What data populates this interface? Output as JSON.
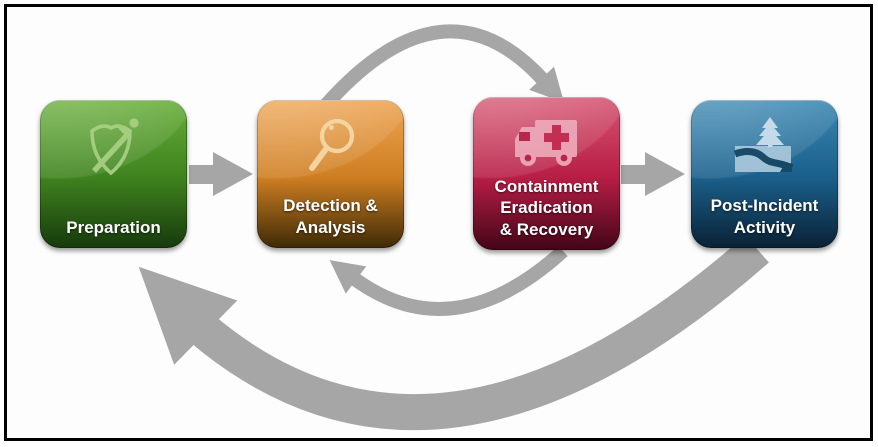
{
  "diagram_type": "process-flow",
  "steps": [
    {
      "id": "preparation",
      "lines": [
        "Preparation"
      ],
      "icon": "shield-sword-icon",
      "color_top": "#66ad37",
      "color_bottom": "#173a0c"
    },
    {
      "id": "detection-analysis",
      "lines": [
        "Detection &",
        "Analysis"
      ],
      "icon": "magnifier-icon",
      "color_top": "#eda452",
      "color_bottom": "#3e2a06"
    },
    {
      "id": "containment-eradication-recovery",
      "lines": [
        "Containment",
        "Eradication",
        "& Recovery"
      ],
      "icon": "ambulance-icon",
      "color_top": "#d65572",
      "color_bottom": "#430518"
    },
    {
      "id": "post-incident-activity",
      "lines": [
        "Post-Incident",
        "Activity"
      ],
      "icon": "tree-path-icon",
      "color_top": "#3a87b2",
      "color_bottom": "#0a2134"
    }
  ],
  "arrows": [
    {
      "from": "preparation",
      "to": "detection-analysis",
      "style": "straight"
    },
    {
      "from": "detection-analysis",
      "to": "containment-eradication-recovery",
      "style": "arc-over-top"
    },
    {
      "from": "containment-eradication-recovery",
      "to": "detection-analysis",
      "style": "arc-under-return"
    },
    {
      "from": "containment-eradication-recovery",
      "to": "post-incident-activity",
      "style": "straight"
    },
    {
      "from": "post-incident-activity",
      "to": "preparation",
      "style": "large-arc-under-return"
    }
  ],
  "colors": {
    "arrow_gray": "#a6a6a6",
    "frame_border": "#000000",
    "background": "#ffffff",
    "label_text": "#ffffff"
  }
}
